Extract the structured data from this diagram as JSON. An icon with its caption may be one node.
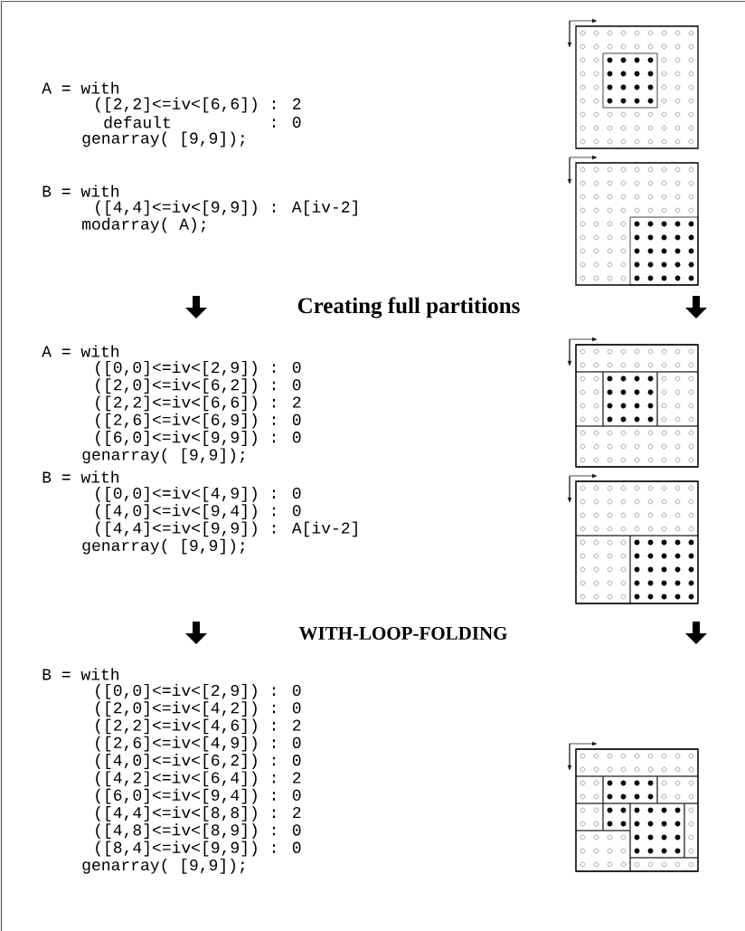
{
  "diagram": {
    "labels": [
      "A = with",
      "([2,2]<=iv<[6,6]) : 2",
      "default",
      ": 0",
      "genarray( [9,9]);",
      "B = with",
      "([4,4]<=iv<[9,9]) : A[iv-2]",
      "modarray( A);",
      "Creating full partitions",
      "A = with",
      "([0,0]<=iv<[2,9]) : 0",
      "([2,0]<=iv<[6,2]) : 0",
      "([2,2]<=iv<[6,6]) : 2",
      "([2,6]<=iv<[6,9]) : 0",
      "([6,0]<=iv<[9,9]) : 0",
      "genarray( [9,9]);",
      "B = with",
      "([0,0]<=iv<[4,9]) : 0",
      "([4,0]<=iv<[9,4]) : 0",
      "([4,4]<=iv<[9,9]) : A[iv-2]",
      "genarray( [9,9]);",
      "WITH-LOOP-FOLDING",
      "B = with",
      "([0,0]<=iv<[2,9]) : 0",
      "([2,0]<=iv<[4,2]) : 0",
      "([2,2]<=iv<[4,6]) : 2",
      "([2,6]<=iv<[4,9]) : 0",
      "([4,0]<=iv<[6,2]) : 0",
      "([4,2]<=iv<[6,4]) : 2",
      "([6,0]<=iv<[9,4]) : 0",
      "([4,4]<=iv<[8,8]) : 2",
      "([4,8]<=iv<[8,9]) : 0",
      "([8,4]<=iv<[9,9]) : 0",
      "genarray( [9,9]);"
    ]
  }
}
